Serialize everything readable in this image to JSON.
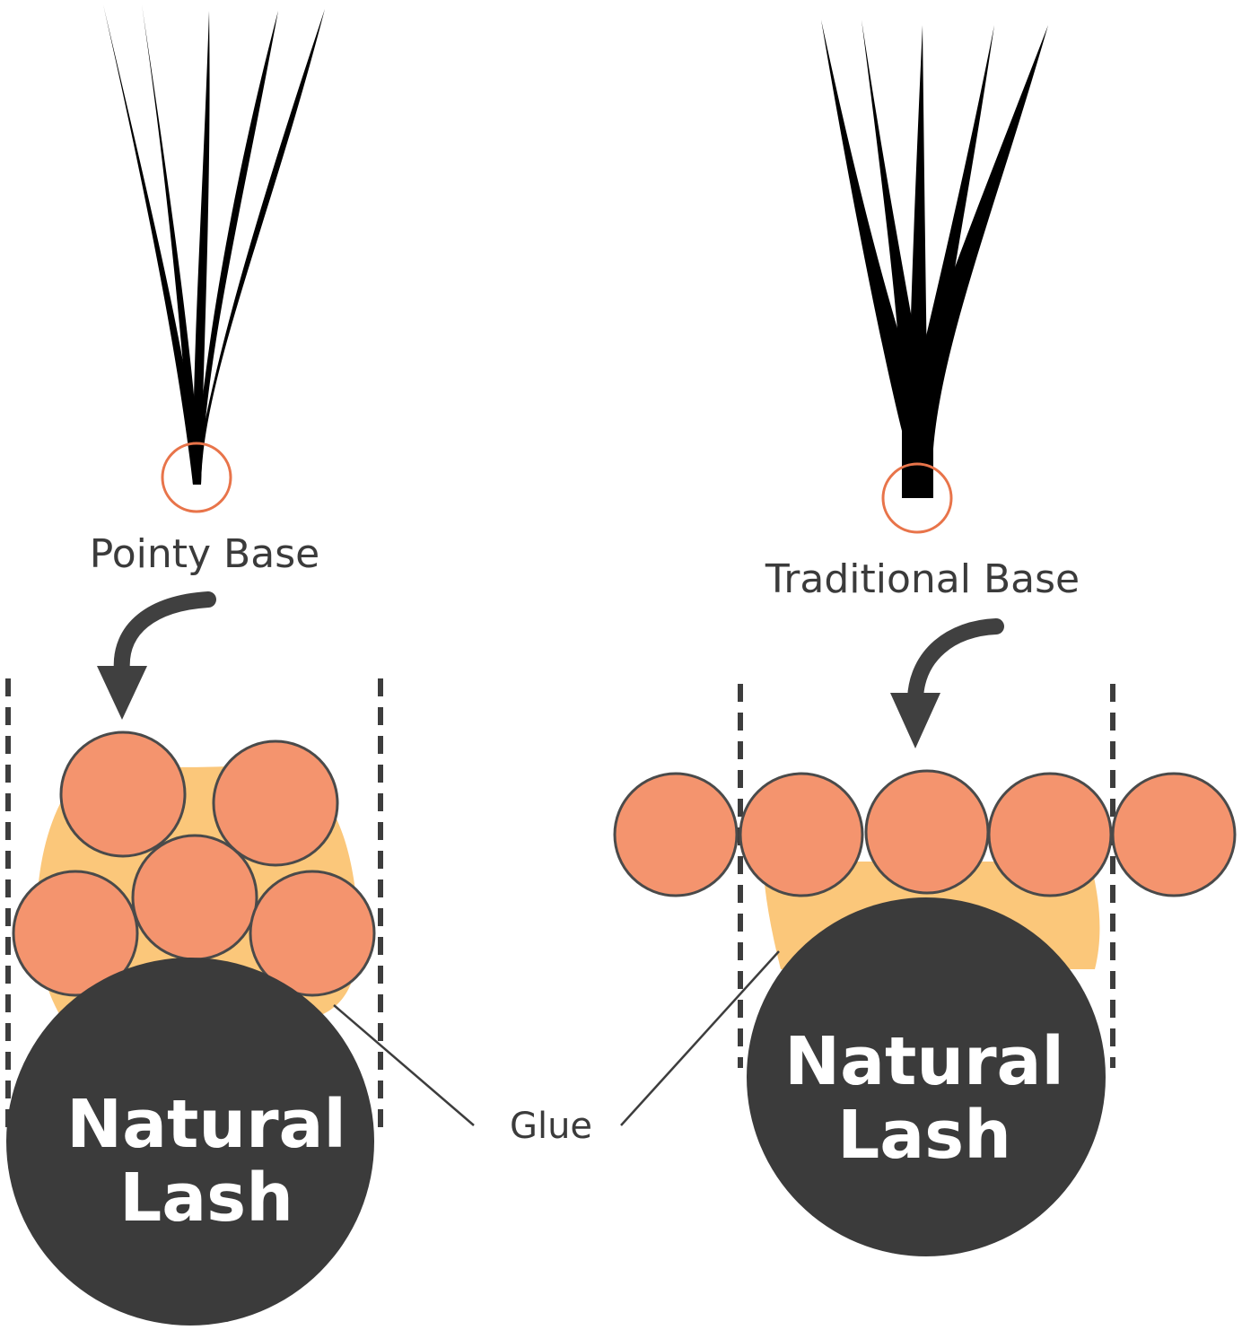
{
  "left_panel": {
    "base_label": "Pointy Base",
    "lash_label_line1": "Natural",
    "lash_label_line2": "Lash"
  },
  "right_panel": {
    "base_label": "Traditional Base",
    "lash_label_line1": "Natural",
    "lash_label_line2": "Lash"
  },
  "glue_label": "Glue",
  "colors": {
    "fiber_fill": "#f4946e",
    "fiber_stroke": "#4a4a4a",
    "glue": "#fbc77a",
    "natural_lash": "#3b3b3b",
    "base_circle": "#e8744a",
    "lash_fan": "#000000"
  }
}
